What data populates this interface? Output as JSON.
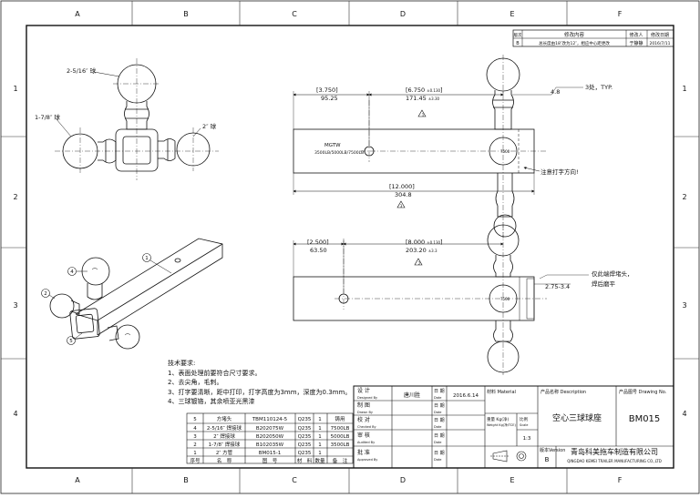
{
  "zones": {
    "columns": [
      "A",
      "B",
      "C",
      "D",
      "E",
      "F"
    ],
    "rows": [
      "1",
      "2",
      "3",
      "4"
    ]
  },
  "revision": {
    "headers": [
      "修改内容",
      "修改人",
      "修改日期"
    ],
    "row": {
      "mark": "B",
      "content": "总长度由18″改为12″，相应中心距更改",
      "person": "于静静",
      "date": "2016/7/11"
    }
  },
  "views": {
    "iso_labels": {
      "ball_large": "2-5/16″ 球",
      "ball_small": "1-7/8″ 球",
      "ball_mid": "2″ 球"
    },
    "top": {
      "dim1_in": "3.750",
      "dim1_mm": "95.25",
      "dim2_in": "6.750",
      "dim2_tol": "±0.130",
      "dim2_mm": "171.45",
      "dim2_mm_tol": "±3.30",
      "dim3_in": "12.000",
      "dim3_mm": "304.8",
      "dim_dia": "4.8",
      "callout_typ": "3处，TYP.",
      "engraving_line1": "MGTW",
      "engraving_line2": "3500LB/5000LB/7500LB",
      "note_direction": "注意打字方向!",
      "mark_1": "1",
      "mark_3": "3"
    },
    "bottom": {
      "dim1_in": "2.500",
      "dim1_mm": "63.50",
      "dim2_in": "8.000",
      "dim2_tol": "±0.130",
      "dim2_mm": "203.20",
      "dim2_mm_tol": "±3.3",
      "weld_dim": "2.75-3.4",
      "weld_note_line1": "仅此端焊堵头，",
      "weld_note_line2": "焊后磨平",
      "mark_2": "2"
    },
    "balloons": [
      "1",
      "2",
      "4",
      "5"
    ]
  },
  "tech_requirements": {
    "title": "技术要求:",
    "items": [
      "1、表面处理前要符合尺寸要求。",
      "2、去尖角，毛刺。",
      "3、打字要清晰，距中打印，打字高度为3mm，深度为0.3mm。",
      "4、三球镀铬，其余喷亚光黑漆"
    ]
  },
  "bom": {
    "headers": [
      "序号",
      "名　称",
      "图　号",
      "材　料",
      "数量",
      "备　注"
    ],
    "rows": [
      {
        "no": "5",
        "name": "方堵头",
        "code": "TBM110124-5",
        "mat": "Q235",
        "qty": "1",
        "note": "铸用"
      },
      {
        "no": "4",
        "name": "2-5/16″ 焊接球",
        "code": "B202075W",
        "mat": "Q235",
        "qty": "1",
        "note": "7500LB"
      },
      {
        "no": "3",
        "name": "2″ 焊接球",
        "code": "B202050W",
        "mat": "Q235",
        "qty": "1",
        "note": "5000LB"
      },
      {
        "no": "2",
        "name": "1-7/8″ 焊接球",
        "code": "B102035W",
        "mat": "Q235",
        "qty": "1",
        "note": "3500LB"
      },
      {
        "no": "1",
        "name": "2″ 方管",
        "code": "BM015-1",
        "mat": "Q235",
        "qty": "1",
        "note": ""
      }
    ]
  },
  "title_block": {
    "design_label": "设 计",
    "design_label_en": "Designed By",
    "designer": "唐川胜",
    "date_label": "日 期",
    "date_label_en": "Date",
    "design_date": "2016.6.14",
    "drawn_label": "制 图",
    "drawn_label_en": "Drawn By",
    "checked_label": "校 对",
    "checked_label_en": "Checked By",
    "audited_label": "审 核",
    "audited_label_en": "Audited By",
    "approved_label": "批 准",
    "approved_label_en": "Approved By",
    "material_label": "材料 Material",
    "weight_label": "重量 Kg(净)",
    "weight_label_en": "Weight Kg(净/TCE)",
    "scale_label": "比例",
    "scale_label_en": "Scale",
    "scale": "1:3",
    "product_name_label": "产品名称 Description",
    "product_name": "空心三球球座",
    "drawing_no_label": "产品图号 Drawing No.",
    "drawing_no": "BM015",
    "version_label": "版本Version",
    "version": "B",
    "company_cn": "青岛科美拖车制造有限公司",
    "company_en": "QINGDAO KEMEI TRAILER MANUFACTURING CO.,LTD"
  }
}
